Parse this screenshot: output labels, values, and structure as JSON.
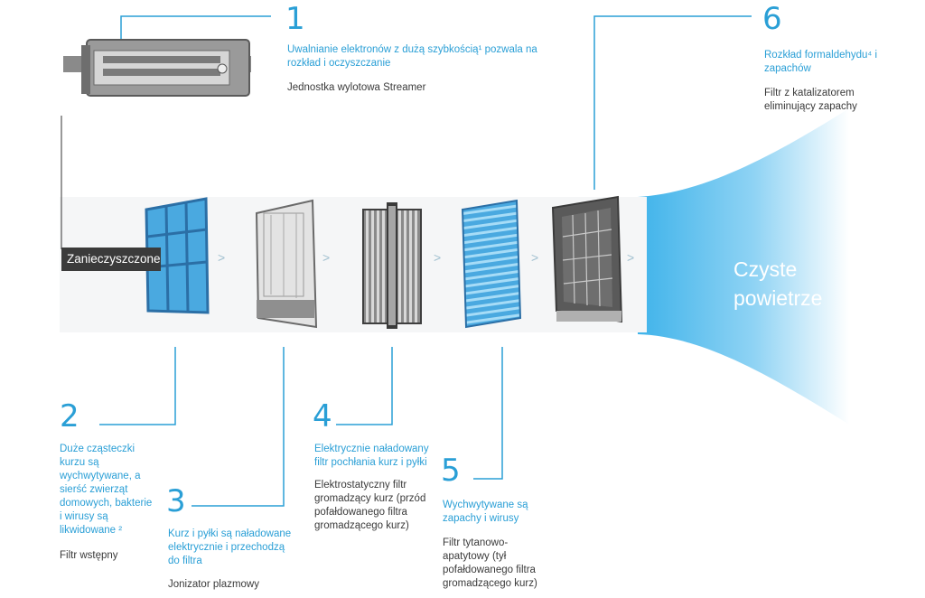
{
  "steps": [
    {
      "number": "1",
      "description": "Uwalnianie elektronów z dużą szybkością¹ pozwala na rozkład i oczyszczanie",
      "component": "Jednostka wylotowa Streamer"
    },
    {
      "number": "2",
      "description": "Duże cząsteczki kurzu są wychwytywane, a sierść zwierząt domowych, bakterie i wirusy są likwidowane ²",
      "component": "Filtr wstępny"
    },
    {
      "number": "3",
      "description": "Kurz i pyłki są naładowane elektrycznie i przechodzą do filtra",
      "component": "Jonizator plazmowy"
    },
    {
      "number": "4",
      "description": "Elektrycznie naładowany filtr pochłania kurz i pyłki",
      "component": "Elektrostatyczny filtr gromadzący kurz (przód pofałdowanego filtra gromadzącego kurz)"
    },
    {
      "number": "5",
      "description": "Wychwytywane są zapachy i wirusy",
      "component": "Filtr tytanowo-apatytowy (tył pofałdowanego filtra gromadzącego kurz)"
    },
    {
      "number": "6",
      "description": "Rozkład formaldehydu⁴ i zapachów",
      "component": "Filtr z katalizatorem eliminujący zapachy"
    }
  ],
  "input_label": "Zanieczyszczone",
  "output_label": "Czyste powietrze",
  "colors": {
    "accent": "#2a9fd6",
    "text": "#3a3a3a",
    "badge": "#3b3b3b",
    "filter_blue": "#4aa9e0"
  }
}
